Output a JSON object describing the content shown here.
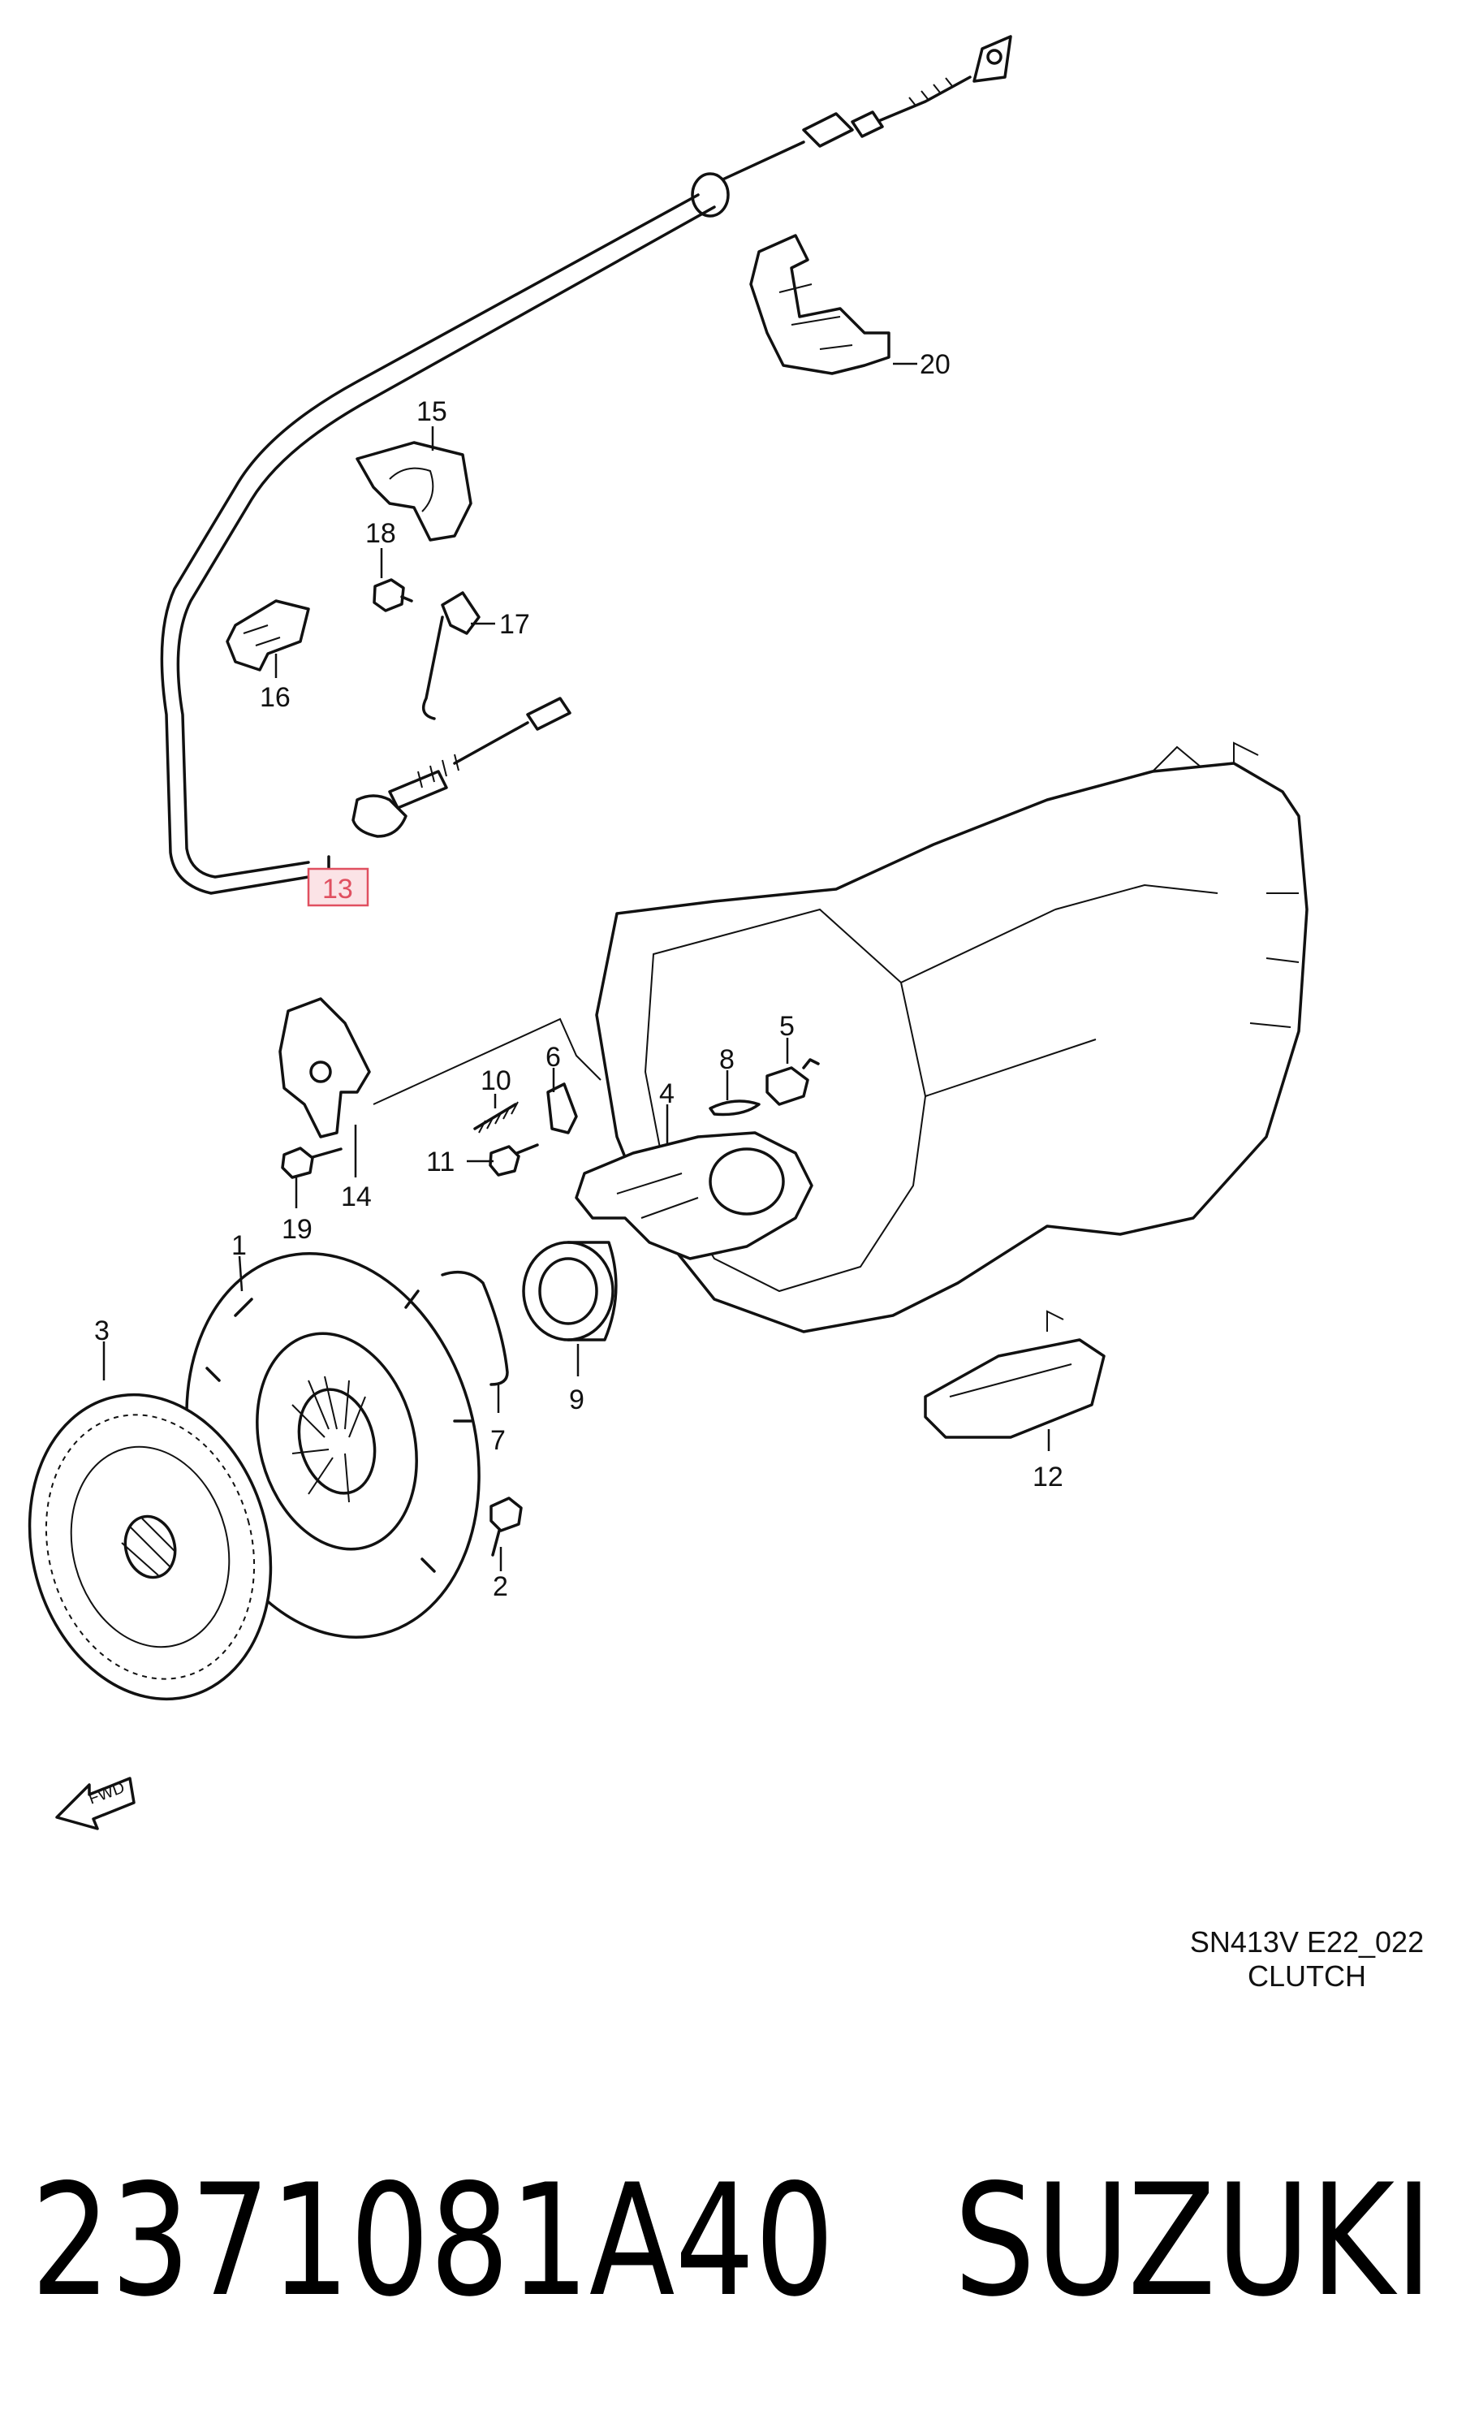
{
  "diagram": {
    "callouts": [
      {
        "id": "c1",
        "label": "1"
      },
      {
        "id": "c2",
        "label": "2"
      },
      {
        "id": "c3",
        "label": "3"
      },
      {
        "id": "c4",
        "label": "4"
      },
      {
        "id": "c5",
        "label": "5"
      },
      {
        "id": "c6",
        "label": "6"
      },
      {
        "id": "c7",
        "label": "7"
      },
      {
        "id": "c8",
        "label": "8"
      },
      {
        "id": "c9",
        "label": "9"
      },
      {
        "id": "c10",
        "label": "10"
      },
      {
        "id": "c11",
        "label": "11"
      },
      {
        "id": "c12",
        "label": "12"
      },
      {
        "id": "c13",
        "label": "13",
        "highlighted": true
      },
      {
        "id": "c14",
        "label": "14"
      },
      {
        "id": "c15",
        "label": "15"
      },
      {
        "id": "c16",
        "label": "16"
      },
      {
        "id": "c17",
        "label": "17"
      },
      {
        "id": "c18",
        "label": "18"
      },
      {
        "id": "c19",
        "label": "19"
      },
      {
        "id": "c20",
        "label": "20"
      }
    ],
    "fwd_label": "FWD",
    "caption_code": "SN413V E22_022",
    "caption_title": "CLUTCH",
    "highlight_color": "#e05060"
  },
  "footer": {
    "part_number": "2371081A40",
    "brand": "SUZUKI"
  }
}
